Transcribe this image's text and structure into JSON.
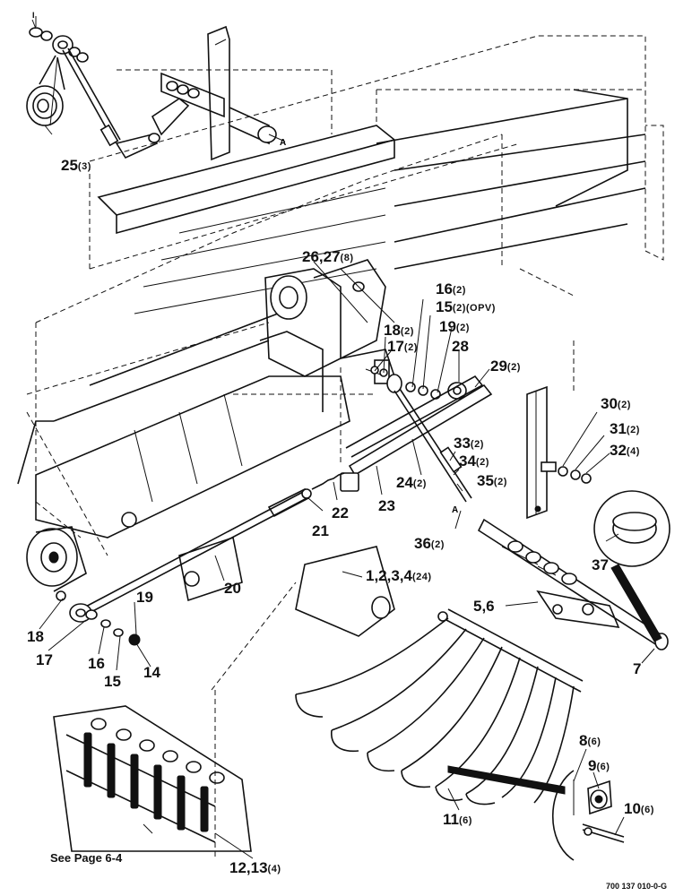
{
  "callouts": [
    {
      "id": "c25",
      "num": "25",
      "qty": "(3)"
    },
    {
      "id": "c26",
      "num": "26,27",
      "qty": "(8)"
    },
    {
      "id": "c16",
      "num": "16",
      "qty": "(2)"
    },
    {
      "id": "c15",
      "num": "15",
      "qty": "(2)(OPV)"
    },
    {
      "id": "c18a",
      "num": "18",
      "qty": "(2)"
    },
    {
      "id": "c19a",
      "num": "19",
      "qty": "(2)"
    },
    {
      "id": "c17a",
      "num": "17",
      "qty": "(2)"
    },
    {
      "id": "c28",
      "num": "28",
      "qty": ""
    },
    {
      "id": "c29",
      "num": "29",
      "qty": "(2)"
    },
    {
      "id": "c30",
      "num": "30",
      "qty": "(2)"
    },
    {
      "id": "c31",
      "num": "31",
      "qty": "(2)"
    },
    {
      "id": "c32",
      "num": "32",
      "qty": "(4)"
    },
    {
      "id": "c33",
      "num": "33",
      "qty": "(2)"
    },
    {
      "id": "c34",
      "num": "34",
      "qty": "(2)"
    },
    {
      "id": "c35",
      "num": "35",
      "qty": "(2)"
    },
    {
      "id": "c24",
      "num": "24",
      "qty": "(2)"
    },
    {
      "id": "c36",
      "num": "36",
      "qty": "(2)"
    },
    {
      "id": "c22",
      "num": "22",
      "qty": ""
    },
    {
      "id": "c23",
      "num": "23",
      "qty": ""
    },
    {
      "id": "c21",
      "num": "21",
      "qty": ""
    },
    {
      "id": "c37",
      "num": "37",
      "qty": ""
    },
    {
      "id": "c20",
      "num": "20",
      "qty": ""
    },
    {
      "id": "c1234",
      "num": "1,2,3,4",
      "qty": "(24)"
    },
    {
      "id": "c19b",
      "num": "19",
      "qty": ""
    },
    {
      "id": "c56",
      "num": "5,6",
      "qty": ""
    },
    {
      "id": "c18b",
      "num": "18",
      "qty": ""
    },
    {
      "id": "c17b",
      "num": "17",
      "qty": ""
    },
    {
      "id": "c16b",
      "num": "16",
      "qty": ""
    },
    {
      "id": "c14",
      "num": "14",
      "qty": ""
    },
    {
      "id": "c15b",
      "num": "15",
      "qty": ""
    },
    {
      "id": "c7",
      "num": "7",
      "qty": ""
    },
    {
      "id": "c8",
      "num": "8",
      "qty": "(6)"
    },
    {
      "id": "c9",
      "num": "9",
      "qty": "(6)"
    },
    {
      "id": "c10",
      "num": "10",
      "qty": "(6)"
    },
    {
      "id": "c11",
      "num": "11",
      "qty": "(6)"
    },
    {
      "id": "c1213",
      "num": "12,13",
      "qty": "(4)"
    }
  ],
  "see_page_note": "See Page 6-4",
  "drawing_ref": "700 137 010-0-G",
  "small_refs": {
    "mark_a1": "A",
    "mark_a2": "A",
    "mark_top": "I"
  }
}
